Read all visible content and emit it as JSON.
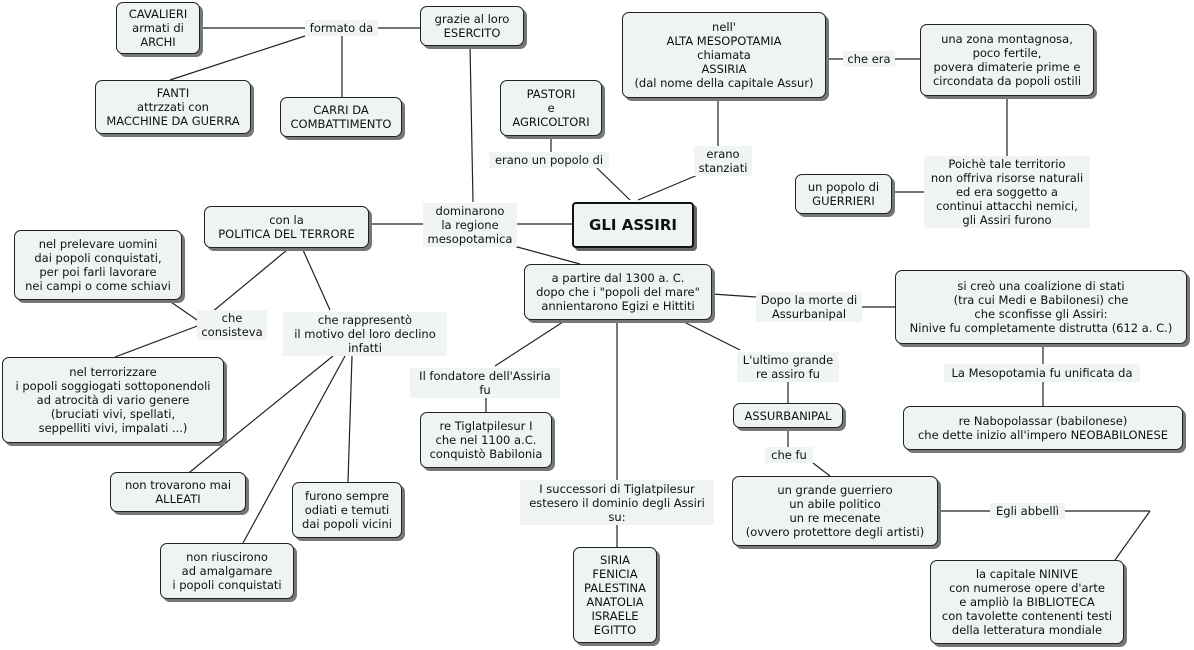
{
  "nodes": {
    "center": "GLI ASSIRI",
    "cavalieri": "CAVALIERI\narmati di\nARCHI",
    "fanti": "FANTI\nattrzzati con\nMACCHINE DA GUERRA",
    "carri": "CARRI DA\nCOMBATTIMENTO",
    "esercito": "grazie al loro\nESERCITO",
    "pastori": "PASTORI\ne\nAGRICOLTORI",
    "alta_mesopotamia": "nell'\nALTA MESOPOTAMIA\nchiamata\nASSIRIA\n(dal nome della capitale Assur)",
    "zona_montagnosa": "una zona montagnosa,\npoco fertile,\npovera dimaterie prime e\ncircondata da popoli ostili",
    "guerrieri": "un popolo di\nGUERRIERI",
    "politica_terrore": "con la\nPOLITICA DEL TERRORE",
    "prelevare": "nel prelevare uomini\ndai popoli conquistati,\nper poi farli lavorare\nnei campi o come schiavi",
    "terrorizzare": "nel terrorizzare\ni popoli soggiogati sottoponendoli\nad atrocità di vario genere\n(bruciati vivi, spellati,\nseppelliti vivi, impalati ...)",
    "alleati": "non trovarono mai\nALLEATI",
    "odiati": "furono sempre\nodiati e temuti\ndai popoli vicini",
    "amalgamare": "non riuscirono\nad amalgamare\ni popoli conquistati",
    "dal_1300": "a partire dal 1300 a. C.\ndopo che i \"popoli del mare\"\nannientarono Egizi e Hittiti",
    "coalizione": "si creò una coalizione di stati\n(tra cui Medi e Babilonesi) che\nche sconfisse gli Assiri:\nNinive fu completamente distrutta (612 a. C.)",
    "nabopolassar": "re Nabopolassar (babilonese)\nche dette inizio all'impero NEOBABILONESE",
    "tiglatpilesur": "re Tiglatpilesur I\nche nel 1100 a.C.\nconquistò Babilonia",
    "assurbanipal": "ASSURBANIPAL",
    "guerriero_politico": "un grande guerriero\nun abile politico\nun re mecenate\n(ovvero protettore degli artisti)",
    "regioni": "SIRIA\nFENICIA\nPALESTINA\nANATOLIA\nISRAELE\nEGITTO",
    "ninive": "la capitale NINIVE\ncon numerose opere d'arte\ne ampliò la BIBLIOTECA\ncon tavolette contenenti testi\ndella letteratura mondiale"
  },
  "labels": {
    "formato_da": "formato da",
    "erano_popolo": "erano un popolo di",
    "erano_stanziati": "erano\nstanziati",
    "che_era": "che era",
    "poiche": "Poichè tale territorio\nnon offriva risorse naturali\ned era soggetto a\ncontinui attacchi nemici,\ngli Assiri furono",
    "dominarono": "dominarono\nla regione\nmesopotamica",
    "che_consisteva": "che\nconsisteva",
    "che_rappresento": "che rappresentò\nil motivo del loro declino\ninfatti",
    "dopo_morte": "Dopo la morte di\nAssurbanipal",
    "mesopotamia_unificata": "La Mesopotamia fu unificata da",
    "fondatore": "Il fondatore dell'Assiria\nfu",
    "ultimo_grande": "L'ultimo grande\nre assiro fu",
    "che_fu": "che fu",
    "egli_abbelli": "Egli abbellì",
    "successori": "I successori di Tiglatpilesur\nestesero il dominio degli Assiri\nsu:"
  }
}
